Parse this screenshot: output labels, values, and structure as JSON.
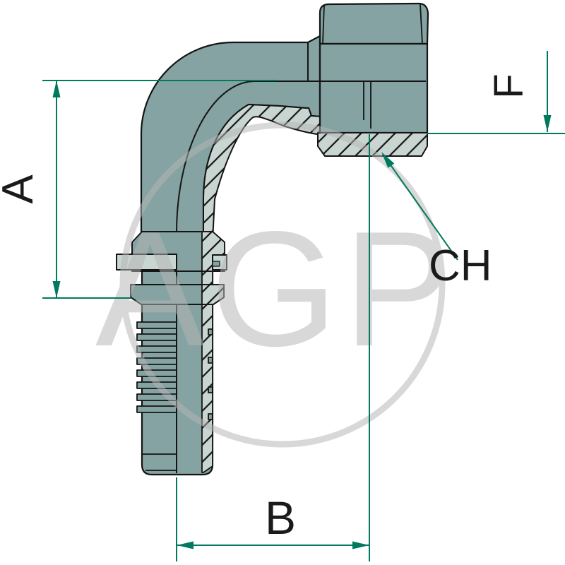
{
  "drawing": {
    "description": "90 degree elbow hydraulic hose fitting, half-section technical drawing",
    "watermark": {
      "text": "AGP"
    },
    "labels": {
      "a": "A",
      "b": "B",
      "f": "F",
      "ch": "CH"
    },
    "colors": {
      "body_teal": "#84a3a2",
      "section_light": "#c8d5d1",
      "outline_black": "#141414",
      "dimension_green": "#00795e",
      "watermark_gray": "#b6b6b6",
      "background": "#ffffff"
    }
  }
}
